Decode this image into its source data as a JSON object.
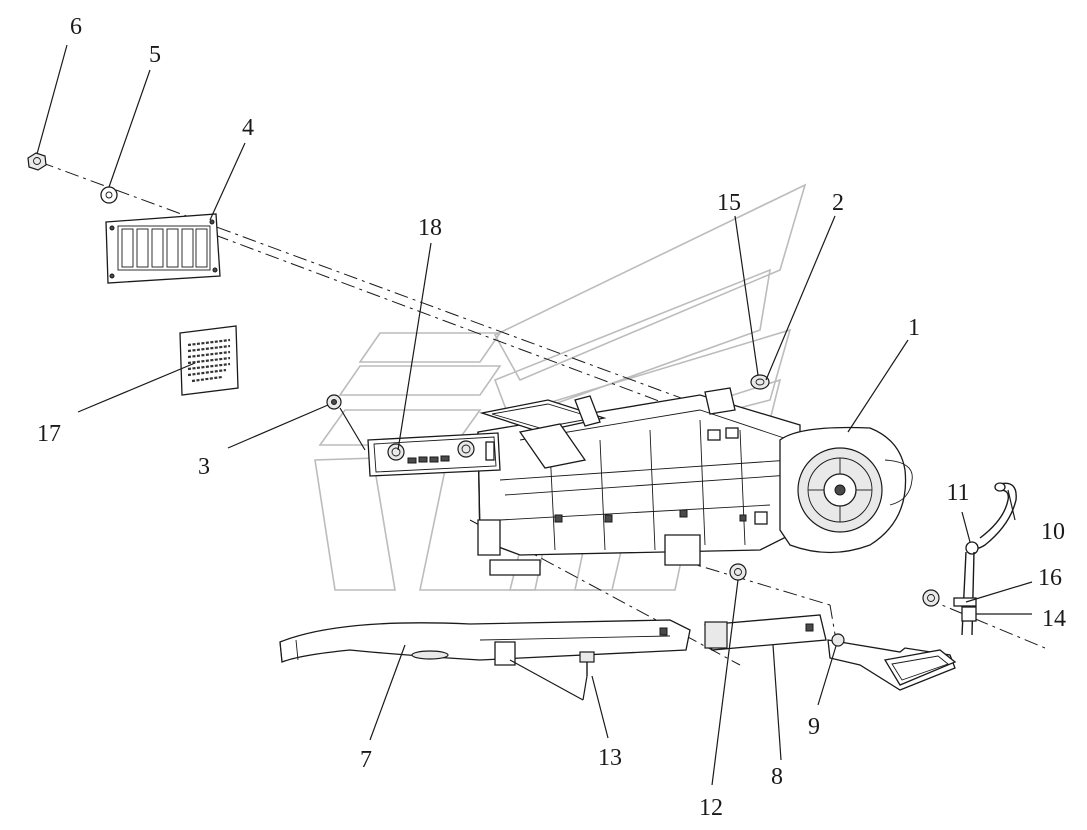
{
  "diagram": {
    "callouts": [
      {
        "id": "c6",
        "label": "6"
      },
      {
        "id": "c5",
        "label": "5"
      },
      {
        "id": "c4",
        "label": "4"
      },
      {
        "id": "c18",
        "label": "18"
      },
      {
        "id": "c15",
        "label": "15"
      },
      {
        "id": "c2",
        "label": "2"
      },
      {
        "id": "c1",
        "label": "1"
      },
      {
        "id": "c17",
        "label": "17"
      },
      {
        "id": "c3",
        "label": "3"
      },
      {
        "id": "c11",
        "label": "11"
      },
      {
        "id": "c10",
        "label": "10"
      },
      {
        "id": "c16",
        "label": "16"
      },
      {
        "id": "c14",
        "label": "14"
      },
      {
        "id": "c7",
        "label": "7"
      },
      {
        "id": "c13",
        "label": "13"
      },
      {
        "id": "c9",
        "label": "9"
      },
      {
        "id": "c8",
        "label": "8"
      },
      {
        "id": "c12",
        "label": "12"
      }
    ],
    "colors": {
      "line": "#1a1a1a",
      "watermark": "#bcbcbc",
      "background": "#ffffff"
    }
  }
}
